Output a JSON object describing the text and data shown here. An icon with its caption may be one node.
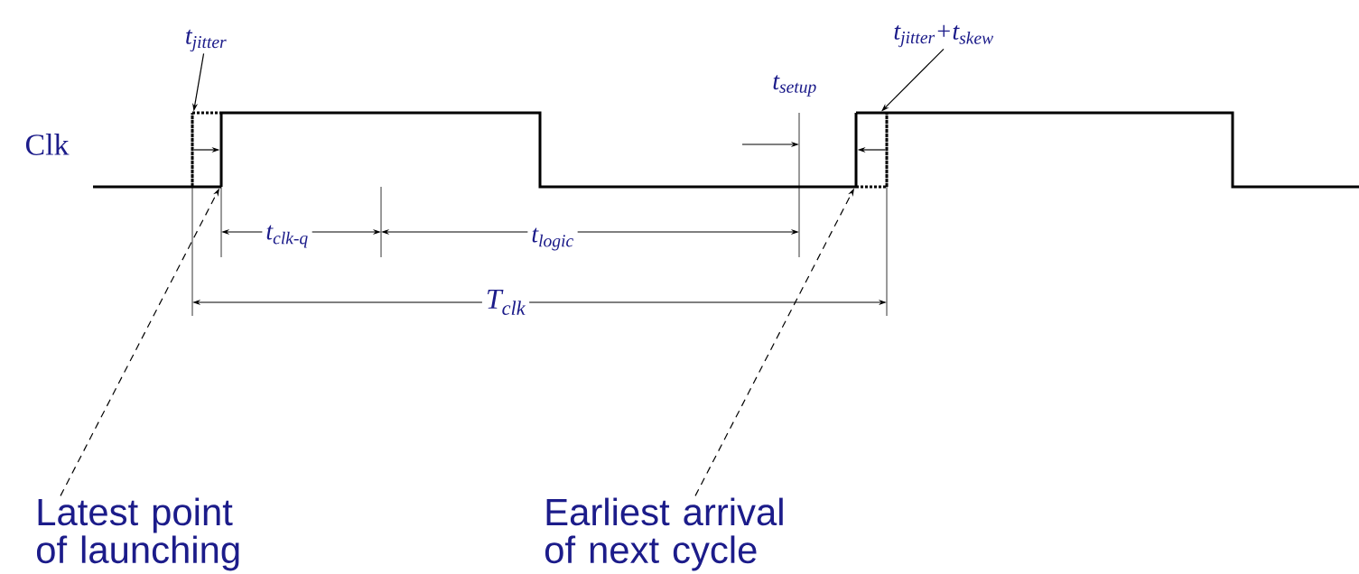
{
  "diagram": {
    "nodes": [
      {
        "text": [
          "t$_{jitter}$"
        ]
      },
      {
        "text": [
          "t$_{jitter}$+t$_{skew}$"
        ]
      },
      {
        "text": [
          "Latest point of launching"
        ]
      },
      {
        "text": [
          "Earliest arrival of next cycle"
        ]
      },
      {
        "text": [],
        "shape": "line"
      },
      {
        "text": [],
        "shape": "line"
      },
      {
        "text": [],
        "shape": "line"
      },
      {
        "text": [],
        "shape": "line"
      }
    ],
    "edges": [
      {
        "from": 0,
        "to": 4,
        "arrow": "to"
      },
      {
        "from": 1,
        "to": 7,
        "arrow": "to"
      },
      {
        "from": 2,
        "to": 5,
        "arrow": "to",
        "style": "dashed"
      },
      {
        "from": 3,
        "to": 6,
        "arrow": "to",
        "style": "dashed"
      },
      {
        "from": 4,
        "to": 5,
        "arrow": "to"
      },
      {
        "from": 7,
        "to": 6,
        "arrow": "to"
      }
    ],
    "labels": [
      "Clk",
      "t$_{setup}$",
      "t$_{clk-q}$",
      "t$_{logic}$",
      "T$_{clk}$"
    ]
  }
}
